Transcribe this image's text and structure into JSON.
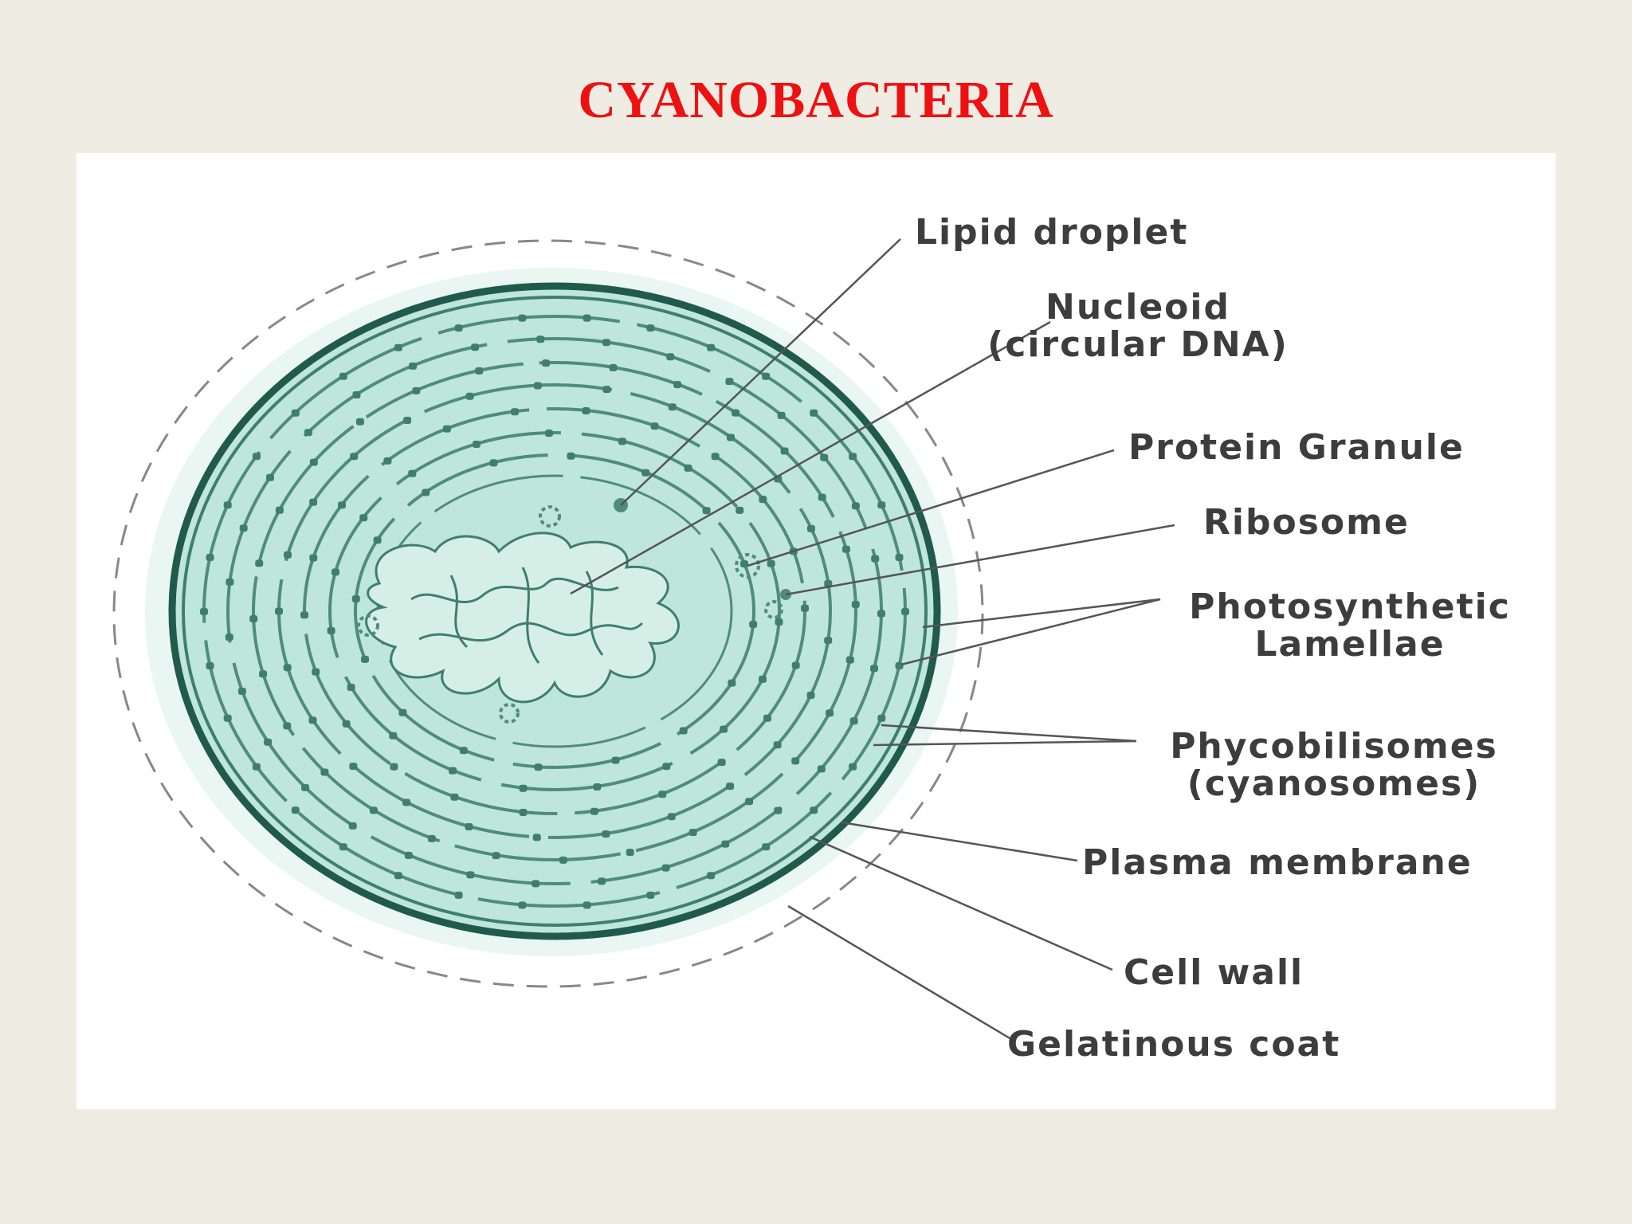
{
  "title": "CYANOBACTERIA",
  "labels": {
    "lipid_droplet": "Lipid droplet",
    "nucleoid_line1": "Nucleoid",
    "nucleoid_line2": "(circular DNA)",
    "protein_granule": "Protein Granule",
    "ribosome": "Ribosome",
    "photosynthetic_line1": "Photosynthetic",
    "photosynthetic_line2": "Lamellae",
    "phycobilisomes_line1": "Phycobilisomes",
    "phycobilisomes_line2": "(cyanosomes)",
    "plasma_membrane": "Plasma membrane",
    "cell_wall": "Cell wall",
    "gelatinous_coat": "Gelatinous coat"
  },
  "colors": {
    "title": "#ee1111",
    "cytoplasm": "#bfe6da",
    "membrane": "#1f5a4c",
    "lamella": "#4f8c7d",
    "label_text": "#3d3d3d",
    "background": "#efece3"
  }
}
